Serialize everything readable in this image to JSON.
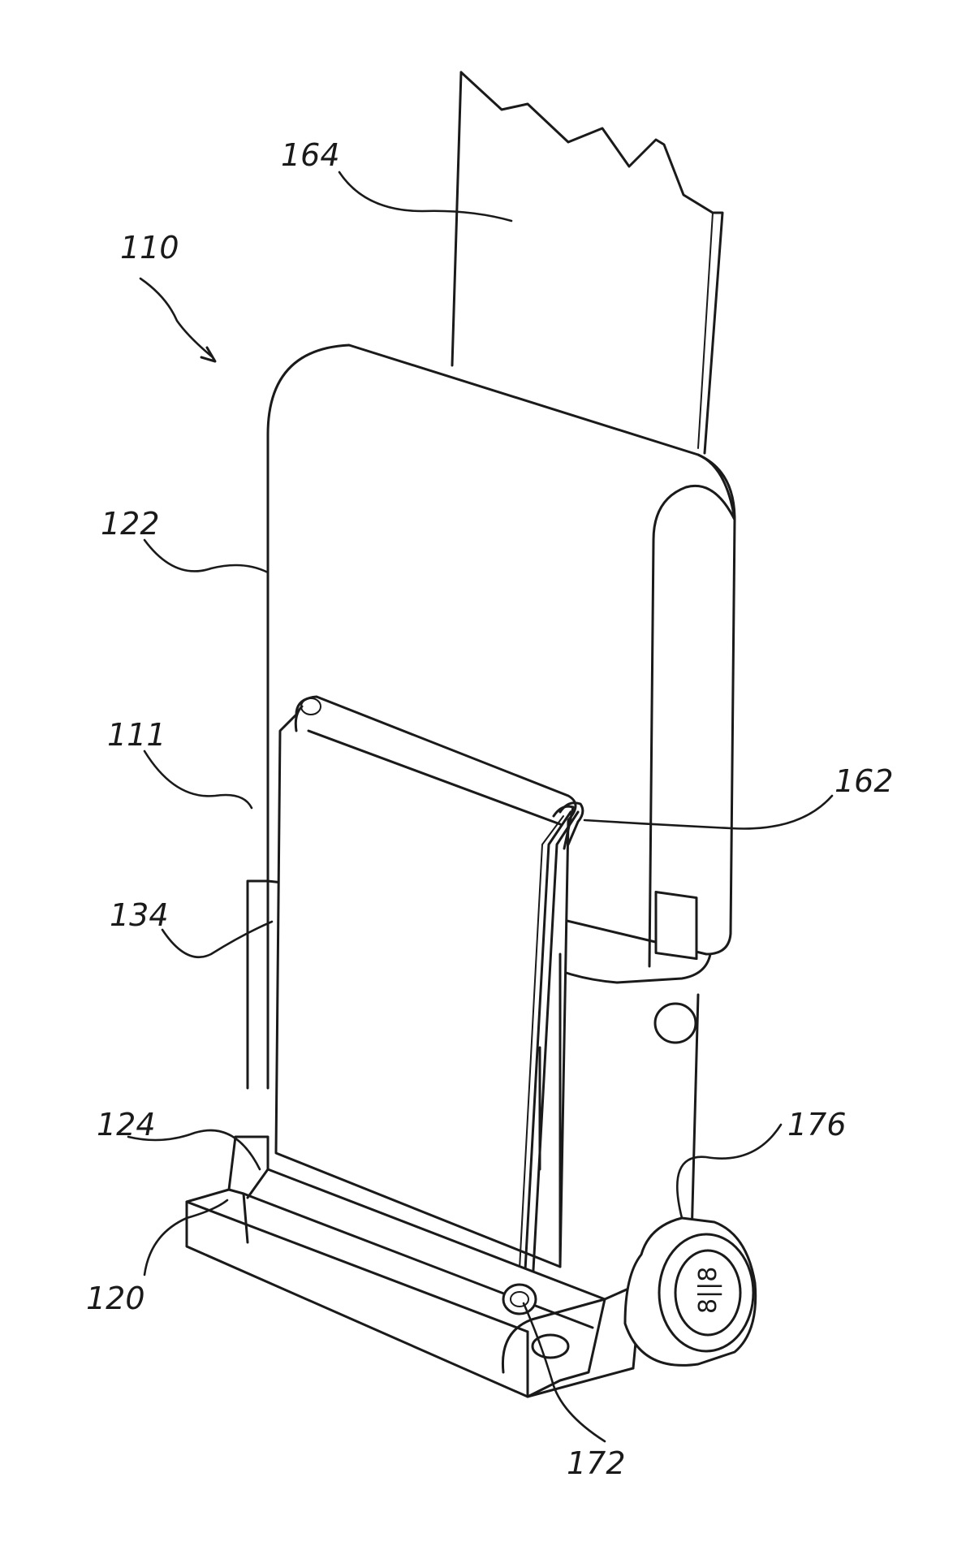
{
  "labels": {
    "r110": "110",
    "r164": "164",
    "r122": "122",
    "r111": "111",
    "r162": "162",
    "r134": "134",
    "r124": "124",
    "r176": "176",
    "r120": "120",
    "r172": "172"
  },
  "colors": {
    "line": "#1a1a1a",
    "background": "#ffffff"
  }
}
